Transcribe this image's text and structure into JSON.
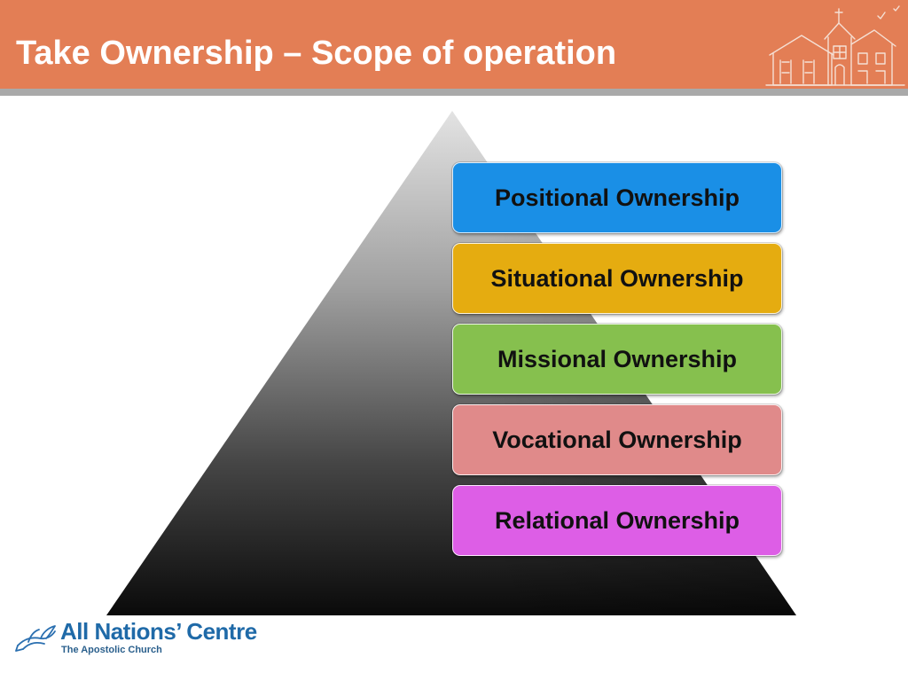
{
  "slide": {
    "title": "Take Ownership – Scope of operation",
    "header_color": "#e37e55",
    "header_rule_color": "#a9a9a9"
  },
  "pyramid": {
    "levels": [
      {
        "label": "Positional Ownership",
        "color": "#1a8fe6"
      },
      {
        "label": "Situational Ownership",
        "color": "#e5ac10"
      },
      {
        "label": "Missional Ownership",
        "color": "#86c04e"
      },
      {
        "label": "Vocational Ownership",
        "color": "#e08a8a"
      },
      {
        "label": "Relational Ownership",
        "color": "#dd5ee6"
      }
    ]
  },
  "logo": {
    "name": "All Nations’ Centre",
    "subtitle": "The Apostolic Church",
    "color": "#1f6aa8"
  },
  "header_art": {
    "icon": "church-building-icon"
  }
}
